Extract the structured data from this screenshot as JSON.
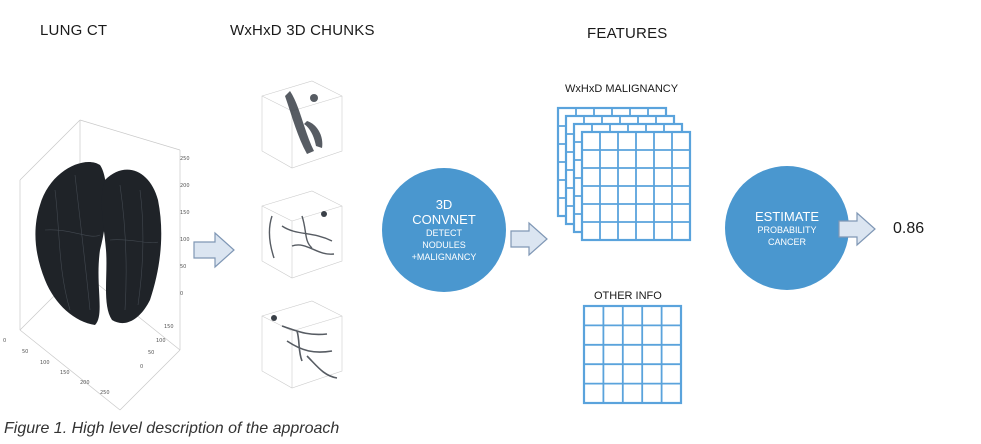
{
  "headers": {
    "lung_ct": "LUNG CT",
    "chunks": "WxHxD 3D CHUNKS",
    "features": "FEATURES"
  },
  "feature_labels": {
    "malignancy": "WxHxD MALIGNANCY",
    "other_info": "OTHER INFO"
  },
  "convnet": {
    "line1": "3D",
    "line2": "CONVNET",
    "line3": "DETECT",
    "line4": "NODULES",
    "line5": "+MALIGNANCY"
  },
  "estimate": {
    "line1": "ESTIMATE",
    "line2": "PROBABILITY",
    "line3": "CANCER"
  },
  "result": "0.86",
  "caption": "Figure 1. High level description of the approach",
  "ct_axis_labels": {
    "z": [
      "250",
      "200",
      "150",
      "100",
      "50",
      "0"
    ],
    "x": [
      "0",
      "50",
      "100",
      "150",
      "200",
      "250"
    ],
    "y": [
      "0",
      "50",
      "100",
      "150"
    ]
  },
  "colors": {
    "circle": "#4a97cf",
    "grid_line": "#5aa3dc",
    "arrow_fill": "#dbe5f1",
    "arrow_stroke": "#7f97b5",
    "scan": "#1f2328"
  }
}
